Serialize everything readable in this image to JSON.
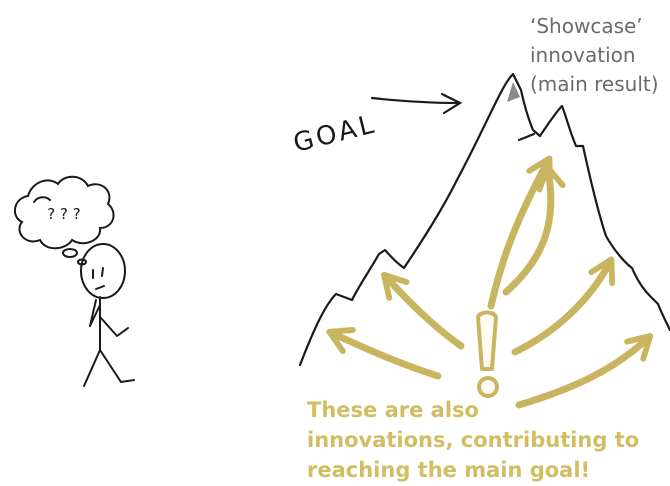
{
  "goal_label": "GOAL",
  "thought_bubble_text": "? ? ?",
  "showcase_label": [
    "‘Showcase’",
    "innovation",
    "(main result)"
  ],
  "innovations_label": [
    "These are also",
    "innovations, contributing to",
    "reaching the main goal!"
  ],
  "colors": {
    "ink": "#1a1a1a",
    "gold": "#c9b560",
    "gold_text": "#d1be63",
    "gray_text": "#6b6b6b",
    "peak": "#8a8a8a"
  },
  "icons": [
    "stick-figure",
    "thought-bubble",
    "mountain",
    "exclamation-mark"
  ]
}
